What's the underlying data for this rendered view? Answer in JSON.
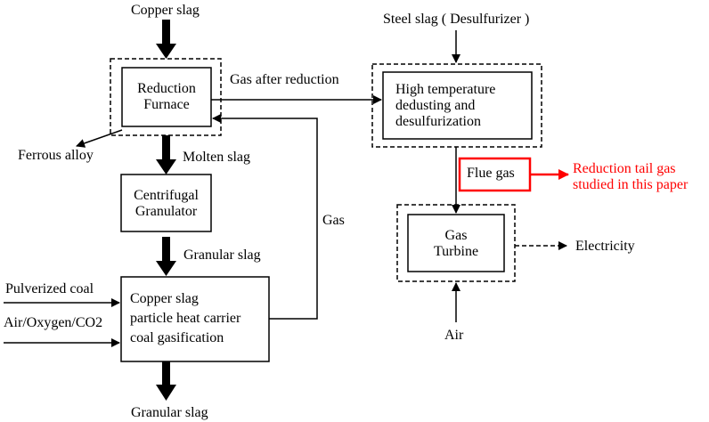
{
  "nodes": {
    "copper_slag": "Copper slag",
    "reduction_furnace": [
      "Reduction",
      "Furnace"
    ],
    "gas_after_reduction": "Gas after reduction",
    "ferrous_alloy": "Ferrous alloy",
    "molten_slag": "Molten slag",
    "centrifugal_granulator": [
      "Centrifugal",
      "Granulator"
    ],
    "granular_slag_mid": "Granular slag",
    "pulverized_coal": "Pulverized coal",
    "air_oxygen_co2": "Air/Oxygen/CO2",
    "gasification": [
      "Copper slag",
      "particle heat carrier",
      "coal gasification"
    ],
    "gas": "Gas",
    "granular_slag_bottom": "Granular slag",
    "steel_slag": "Steel slag ( Desulfurizer )",
    "dedusting": [
      "High temperature",
      "dedusting and",
      "desulfurization"
    ],
    "flue_gas": "Flue gas",
    "reduction_tail_gas": [
      "Reduction tail gas",
      "studied in this paper"
    ],
    "gas_turbine": [
      "Gas",
      "Turbine"
    ],
    "electricity": "Electricity",
    "air": "Air"
  },
  "colors": {
    "line": "#000000",
    "highlight": "#ff0000"
  }
}
